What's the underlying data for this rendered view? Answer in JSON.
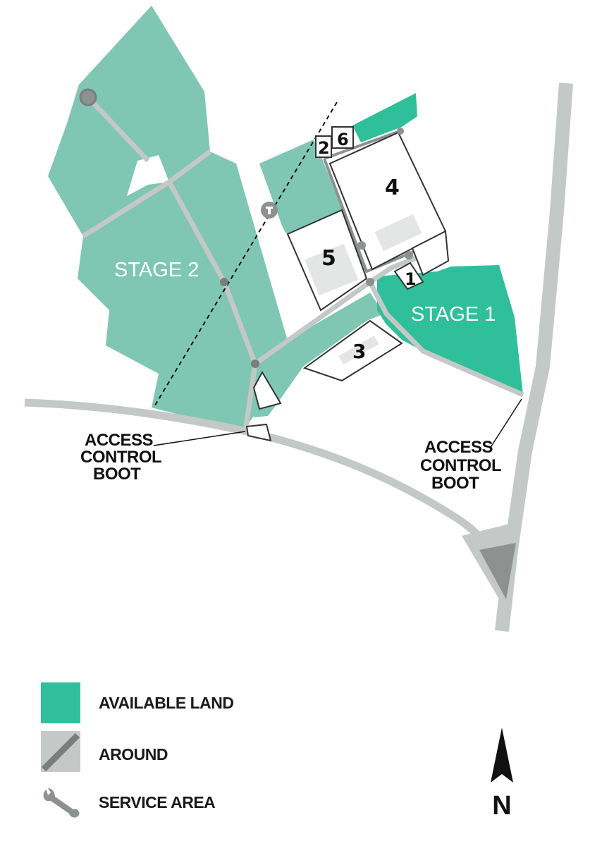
{
  "colors": {
    "available_land": "#2fbf9a",
    "stage2_land": "#7fc7b2",
    "road": "#c4c8c7",
    "road_dark": "#8d9190",
    "lot_fill": "#ffffff",
    "building": "#e4e6e5",
    "text": "#111111"
  },
  "map": {
    "stages": [
      {
        "id": "stage-2",
        "label": "STAGE 2"
      },
      {
        "id": "stage-1",
        "label": "STAGE 1"
      }
    ],
    "lots": [
      {
        "id": "lot-1",
        "number": "1"
      },
      {
        "id": "lot-2",
        "number": "2"
      },
      {
        "id": "lot-3",
        "number": "3"
      },
      {
        "id": "lot-4",
        "number": "4"
      },
      {
        "id": "lot-5",
        "number": "5"
      },
      {
        "id": "lot-6",
        "number": "6"
      }
    ],
    "access_points": [
      {
        "id": "west",
        "label_lines": [
          "ACCESS",
          "CONTROL",
          "BOOT"
        ]
      },
      {
        "id": "east",
        "label_lines": [
          "ACCESS",
          "CONTROL",
          "BOOT"
        ]
      }
    ]
  },
  "legend": {
    "items": [
      {
        "id": "available-land",
        "icon": "swatch-icon",
        "label": "AVAILABLE LAND"
      },
      {
        "id": "around",
        "icon": "road-swatch-icon",
        "label": "AROUND"
      },
      {
        "id": "service-area",
        "icon": "wrench-icon",
        "label": "SERVICE AREA"
      }
    ]
  },
  "compass": {
    "icon": "north-arrow-icon",
    "label": "N"
  }
}
